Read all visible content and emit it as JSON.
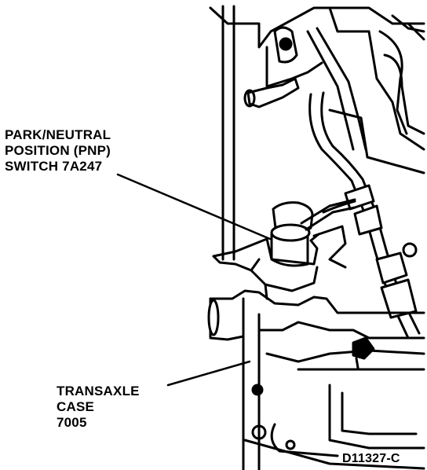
{
  "callouts": {
    "pnp_switch": {
      "line1": "PARK/NEUTRAL",
      "line2": "POSITION (PNP)",
      "line3": "SWITCH 7A247"
    },
    "transaxle_case": {
      "line1": "TRANSAXLE",
      "line2": "CASE",
      "line3": "7005"
    }
  },
  "figure_id": "D11327-C",
  "colors": {
    "ink": "#000000",
    "paper": "#ffffff"
  }
}
